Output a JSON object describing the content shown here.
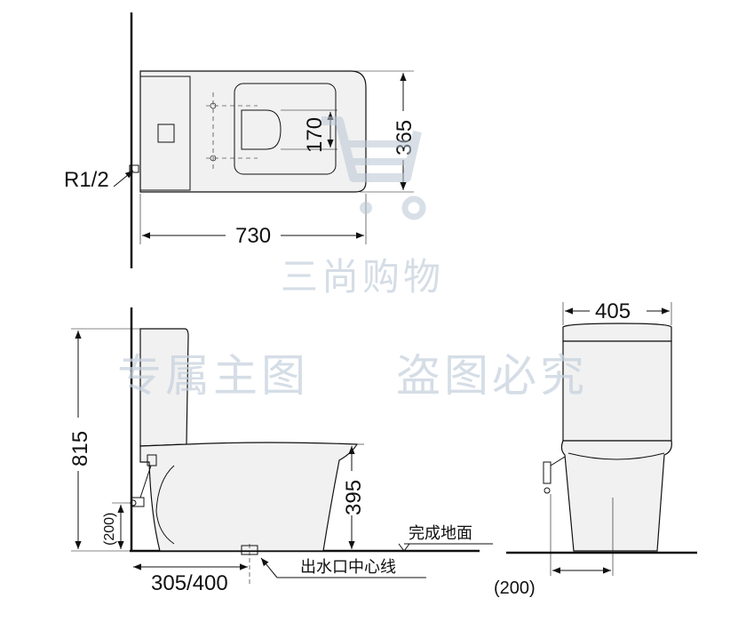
{
  "top_view": {
    "width_label": "730",
    "depth_label": "365",
    "seat_label": "170",
    "inlet_label": "R1/2"
  },
  "side_view": {
    "height_label": "815",
    "seat_height_label": "395",
    "inlet_height_label": "(200)",
    "roughin_label": "305/400",
    "floor_label": "完成地面",
    "outlet_label": "出水口中心线"
  },
  "front_view": {
    "width_label": "405",
    "offset_label": "(200)"
  },
  "watermarks": {
    "shop": "三尚购物",
    "exclusive": "专属主图",
    "theft": "盗图必究"
  }
}
